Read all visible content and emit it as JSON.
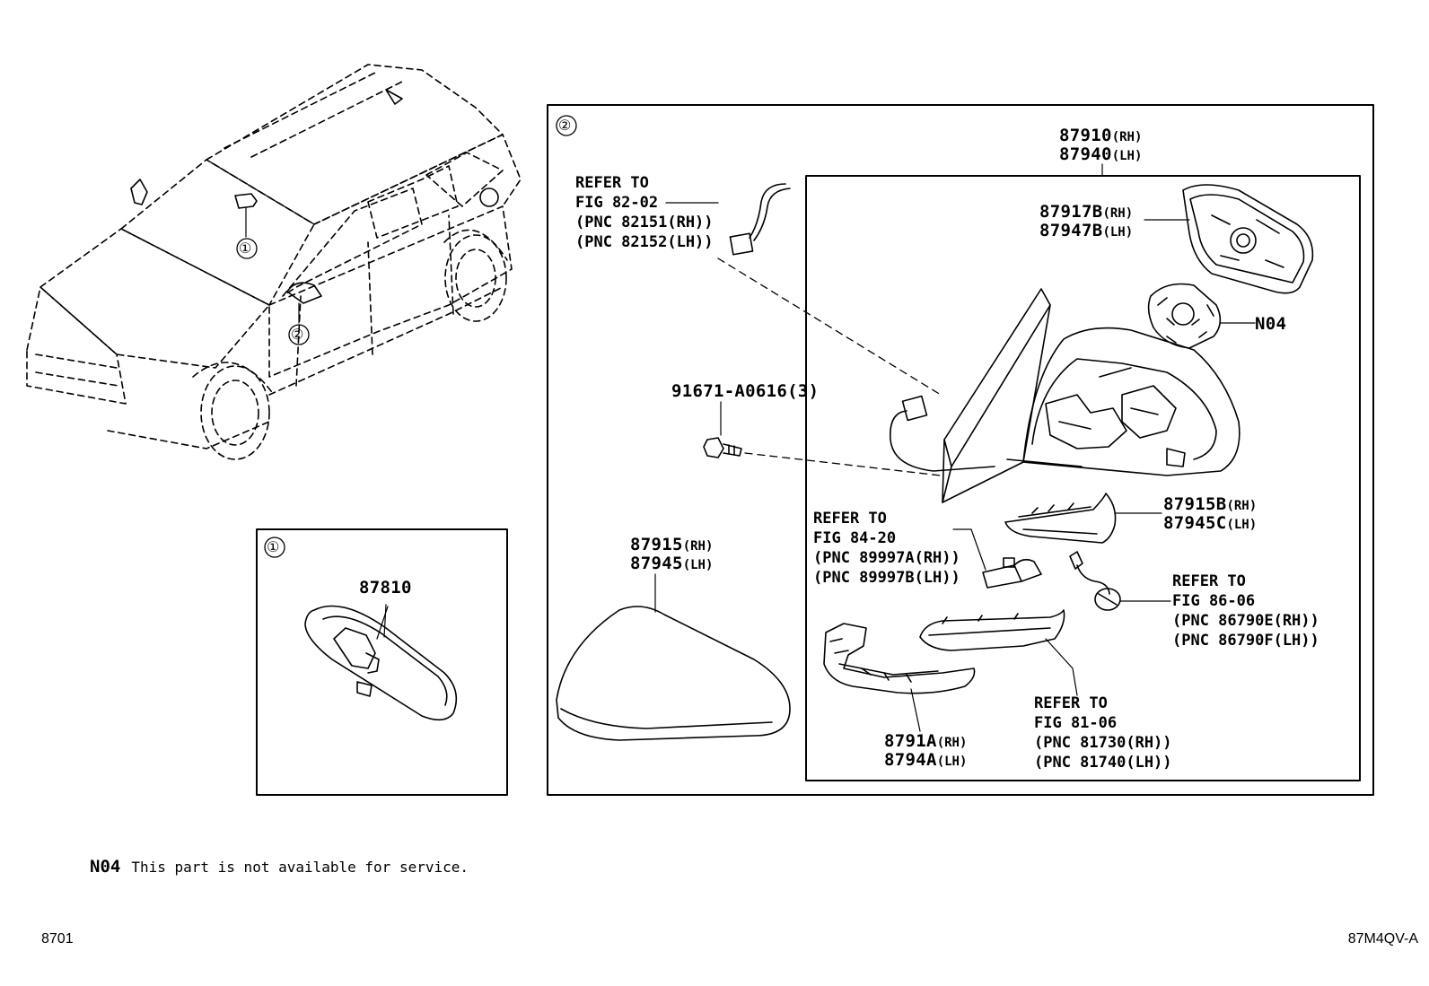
{
  "callouts": {
    "one": "①",
    "two": "②"
  },
  "parts": {
    "p87910": {
      "num": "87910",
      "sfx": "(RH)"
    },
    "p87940": {
      "num": "87940",
      "sfx": "(LH)"
    },
    "p87917B": {
      "num": "87917B",
      "sfx": "(RH)"
    },
    "p87947B": {
      "num": "87947B",
      "sfx": "(LH)"
    },
    "n04": {
      "num": "N04"
    },
    "p91671": {
      "num": "91671-A0616(3)"
    },
    "p87915B": {
      "num": "87915B",
      "sfx": "(RH)"
    },
    "p87945C": {
      "num": "87945C",
      "sfx": "(LH)"
    },
    "p87915": {
      "num": "87915",
      "sfx": "(RH)"
    },
    "p87945": {
      "num": "87945",
      "sfx": "(LH)"
    },
    "p8791A": {
      "num": "8791A",
      "sfx": "(RH)"
    },
    "p8794A": {
      "num": "8794A",
      "sfx": "(LH)"
    },
    "p87810": {
      "num": "87810"
    }
  },
  "references": {
    "fig8202": [
      "REFER TO",
      "FIG 82-02",
      "(PNC 82151(RH))",
      "(PNC 82152(LH))"
    ],
    "fig8420": [
      "REFER TO",
      "FIG 84-20",
      "(PNC 89997A(RH))",
      "(PNC 89997B(LH))"
    ],
    "fig8606": [
      "REFER TO",
      "FIG 86-06",
      "(PNC 86790E(RH))",
      "(PNC 86790F(LH))"
    ],
    "fig8106": [
      "REFER TO",
      "FIG 81-06",
      "(PNC 81730(RH))",
      "(PNC 81740(LH))"
    ]
  },
  "note": {
    "code": "N04",
    "text": "This part is not available for service."
  },
  "footer": {
    "left": "8701",
    "right": "87M4QV-A"
  }
}
